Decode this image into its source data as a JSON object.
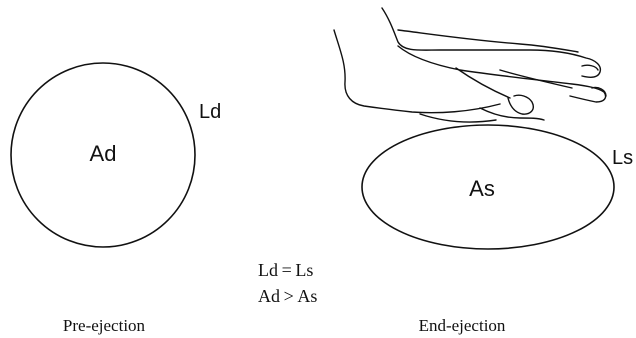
{
  "left_figure": {
    "area_label": "Ad",
    "length_label": "Ld",
    "caption": "Pre-ejection"
  },
  "right_figure": {
    "area_label": "As",
    "length_label": "Ls",
    "caption": "End-ejection"
  },
  "equations": {
    "line1": "Ld = Ls",
    "line2": "Ad > As"
  },
  "colors": {
    "stroke": "#111111",
    "background": "#ffffff"
  }
}
